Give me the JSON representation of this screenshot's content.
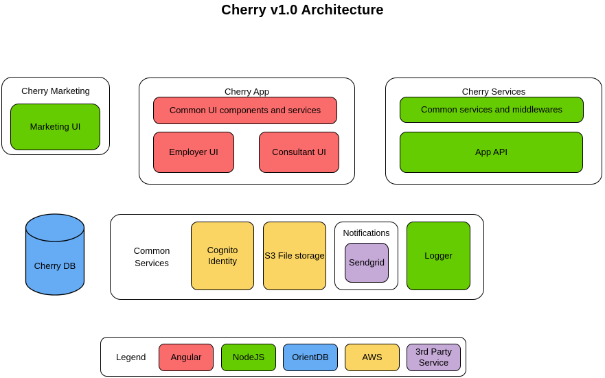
{
  "title": "Cherry v1.0 Architecture",
  "colors": {
    "angular": "#FA6B6B",
    "nodejs": "#66CC02",
    "orientdb": "#66ACF5",
    "aws": "#FAD564",
    "third_party": "#C5A9D6"
  },
  "groups": {
    "marketing": {
      "label": "Cherry Marketing",
      "nodes": {
        "marketing_ui": "Marketing UI"
      }
    },
    "app": {
      "label": "Cherry App",
      "nodes": {
        "common_ui": "Common UI components and services",
        "employer_ui": "Employer UI",
        "consultant_ui": "Consultant UI"
      }
    },
    "services": {
      "label": "Cherry Services",
      "nodes": {
        "common_middlewares": "Common services and middlewares",
        "app_api": "App API"
      }
    },
    "db": {
      "label": "Cherry DB"
    },
    "common_services": {
      "label": "Common Services",
      "nodes": {
        "cognito": "Cognito Identity",
        "s3": "S3 File storage",
        "logger": "Logger"
      },
      "notifications": {
        "label": "Notifications",
        "nodes": {
          "sendgrid": "Sendgrid"
        }
      }
    }
  },
  "legend": {
    "label": "Legend",
    "items": [
      {
        "label": "Angular",
        "color": "angular"
      },
      {
        "label": "NodeJS",
        "color": "nodejs"
      },
      {
        "label": "OrientDB",
        "color": "orientdb"
      },
      {
        "label": "AWS",
        "color": "aws"
      },
      {
        "label": "3rd Party Service",
        "color": "third_party"
      }
    ]
  }
}
